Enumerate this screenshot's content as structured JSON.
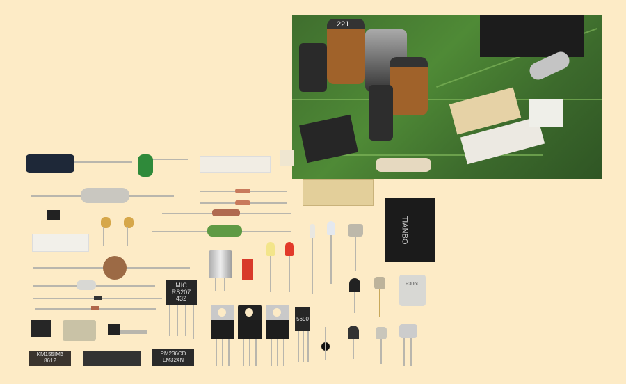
{
  "markings": {
    "inductor": "221",
    "bridge_line1": "MIC",
    "bridge_line2": "RS207",
    "bridge_line3": "432",
    "relay_brand": "TIANBO",
    "dip_national_line1": "PM236CD",
    "dip_national_line2": "LM324N",
    "dip_soviet_line1": "KM155IM3",
    "dip_soviet_line2": "8612",
    "transistor_small": "5690",
    "metal_can": "P3060"
  },
  "colors": {
    "background": "#fdebc6",
    "pcb": "#4f8a36"
  }
}
